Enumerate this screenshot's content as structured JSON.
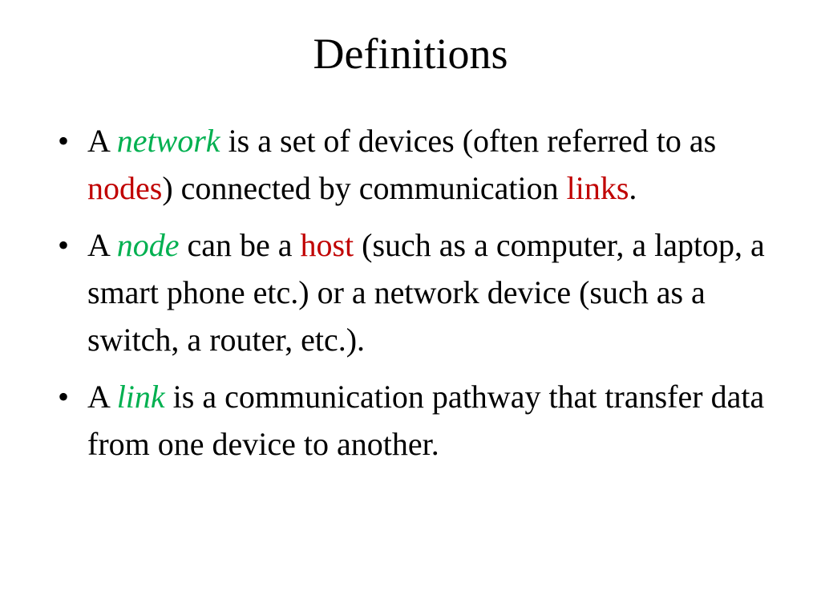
{
  "slide": {
    "title": "Definitions",
    "colors": {
      "green_term": "#00b050",
      "red_term": "#c00000",
      "text": "#000000",
      "background": "#ffffff"
    },
    "bullet_symbol": "•",
    "bullets": [
      {
        "p1": "A ",
        "term": "network",
        "p2": " is a set of devices (often referred to as ",
        "red1": "nodes",
        "p3": ") connected by communication ",
        "red2": "links",
        "p4": "."
      },
      {
        "p1": "A ",
        "term": "node",
        "p2": " can be a ",
        "red1": "host",
        "p3": " (such as a computer, a laptop, a smart phone etc.) or a network device (such as a switch, a router, etc.)."
      },
      {
        "p1": "A ",
        "term": "link",
        "p2": " is a communication pathway that transfer data from one device to another."
      }
    ]
  }
}
